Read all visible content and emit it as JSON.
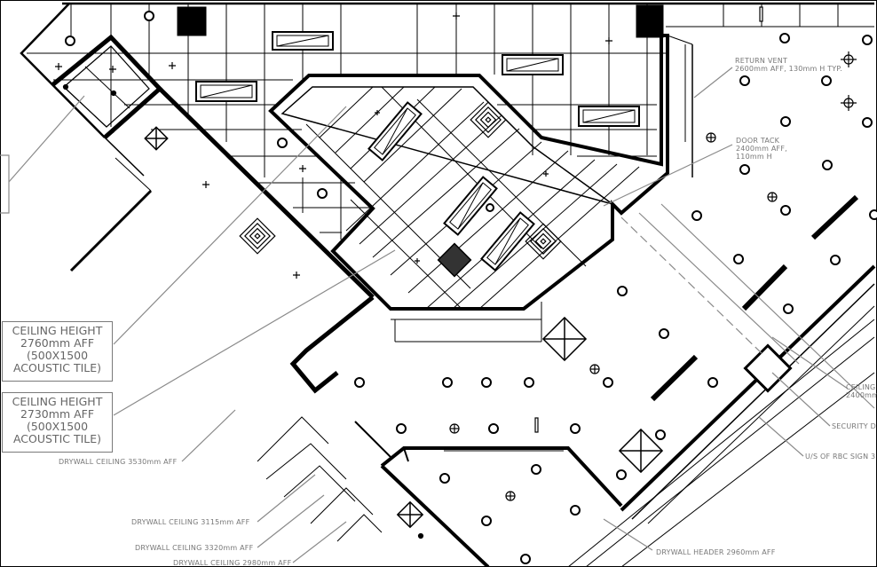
{
  "labels": {
    "ceiling_2760": [
      "CEILING HEIGHT",
      "2760mm AFF",
      "(500X1500",
      "ACOUSTIC TILE)"
    ],
    "ceiling_2730": [
      "CEILING HEIGHT",
      "2730mm AFF",
      "(500X1500",
      "ACOUSTIC TILE)"
    ],
    "drywall_3530": "DRYWALL CEILING 3530mm AFF",
    "drywall_3115": "DRYWALL CEILING 3115mm AFF",
    "drywall_3320": "DRYWALL CEILING 3320mm AFF",
    "drywall_2980": "DRYWALL CEILING 2980mm AFF",
    "return_vent": [
      "RETURN VENT",
      "2600mm AFF, 130mm H TYP."
    ],
    "door_tack": [
      "DOOR TACK",
      "2400mm AFF,",
      "110mm H"
    ],
    "ceiling_right": [
      "CEILING",
      "2400mm"
    ],
    "security": "SECURITY D",
    "rbc_sign": "U/S OF RBC SIGN 3",
    "drywall_header": "DRYWALL HEADER 2960mm AFF"
  },
  "colors": {
    "line": "#000000",
    "leader": "#8a8a8a",
    "text": "#666666"
  }
}
